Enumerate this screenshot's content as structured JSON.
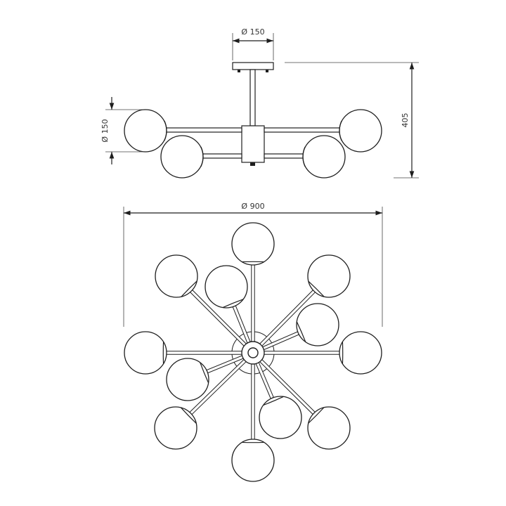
{
  "dimensions": {
    "canopy_diameter": "Ø 150",
    "globe_diameter": "Ø 150",
    "height": "405",
    "total_diameter": "Ø 900"
  },
  "colors": {
    "line": "#1e1e1e",
    "background": "#ffffff"
  }
}
